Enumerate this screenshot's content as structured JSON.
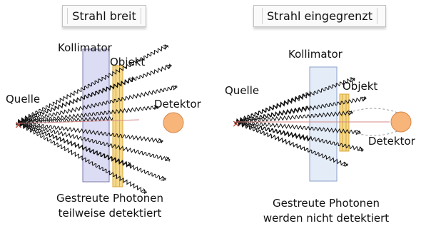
{
  "left": {
    "title": "Strahl breit",
    "source": "Quelle",
    "collimator": "Kollimator",
    "object": "Objekt",
    "detector": "Detektor",
    "caption_line1": "Gestreute Photonen",
    "caption_line2": "teilweise detektiert"
  },
  "right": {
    "title": "Strahl eingegrenzt",
    "source": "Quelle",
    "collimator": "Kollimator",
    "object": "Objekt",
    "detector": "Detektor",
    "caption_line1": "Gestreute Photonen",
    "caption_line2": "werden nicht detektiert"
  },
  "colors": {
    "collimator_fill": "#dcdcf4",
    "object_fill": "#f5d98c",
    "detector_fill": "#f7b57a",
    "source_mark": "#c0392b",
    "photon": "#111111"
  }
}
